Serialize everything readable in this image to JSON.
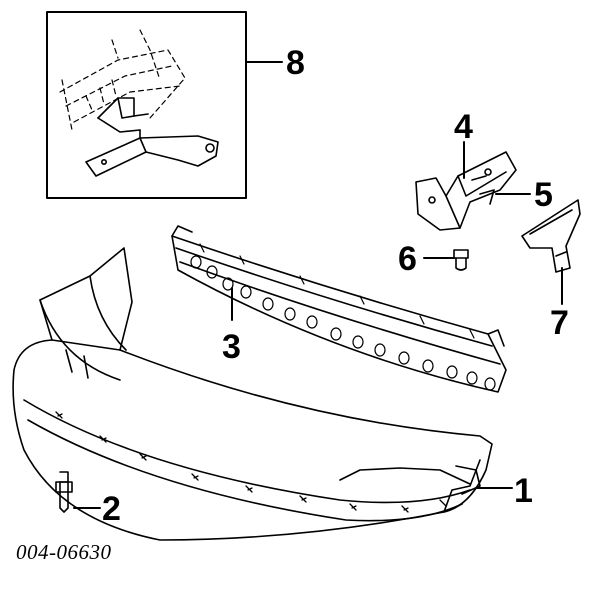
{
  "diagram_id": "004-06630",
  "callouts": {
    "c1": "1",
    "c2": "2",
    "c3": "3",
    "c4": "4",
    "c5": "5",
    "c6": "6",
    "c7": "7",
    "c8": "8"
  },
  "colors": {
    "line": "#000000",
    "fill": "#ffffff"
  }
}
